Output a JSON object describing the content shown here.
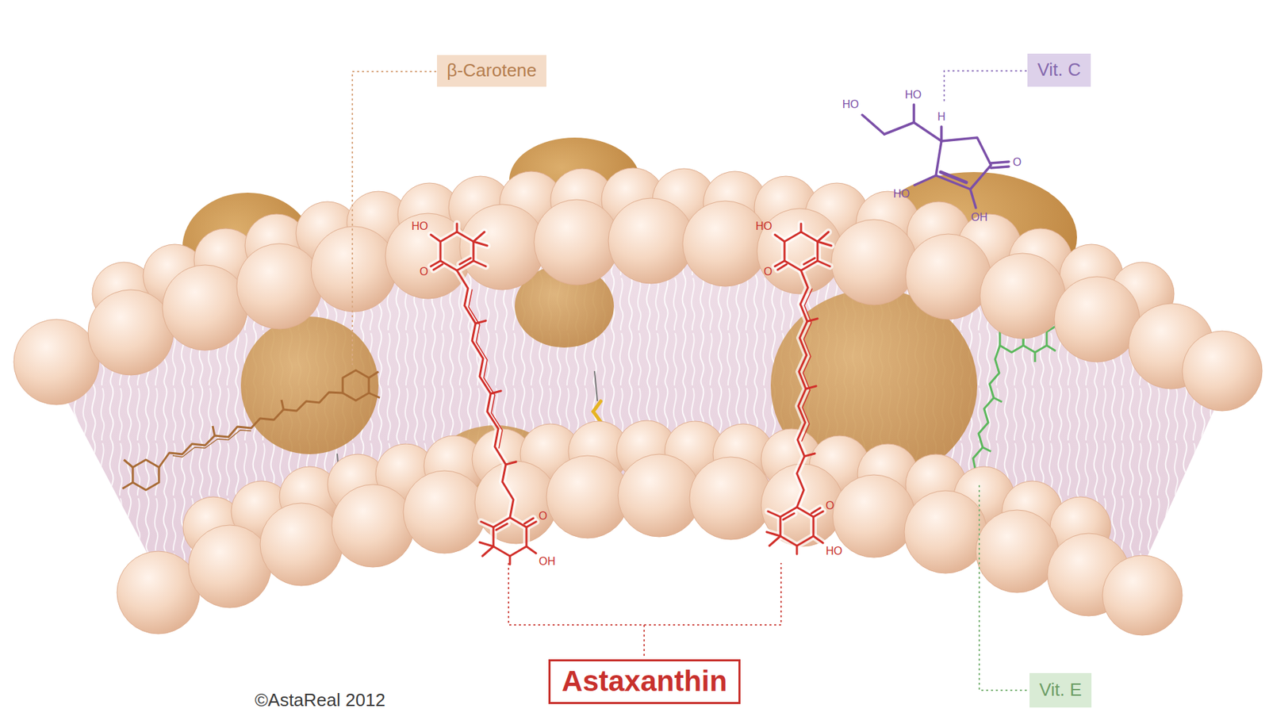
{
  "diagram": {
    "nodes": [
      {
        "text": [
          "β-Carotene"
        ]
      },
      {
        "text": [
          "Vit. C"
        ]
      },
      {
        "text": [
          "Astaxanthin"
        ]
      },
      {
        "text": [
          "Vit. E"
        ]
      }
    ],
    "labels": [
      "HO",
      "HO",
      "H",
      "O",
      "HO",
      "OH",
      "HO",
      "O",
      "HO",
      "O",
      "O",
      "OH",
      "O",
      "HO",
      "©AstaReal 2012"
    ]
  }
}
